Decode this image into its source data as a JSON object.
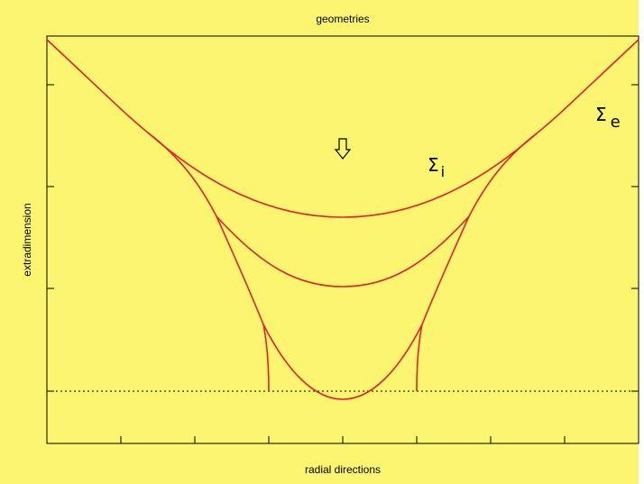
{
  "title": "geometries",
  "xlabel": "radial directions",
  "ylabel": "extradimension",
  "labels": {
    "sigma_i": {
      "symbol": "Σ",
      "sub": "i"
    },
    "sigma_e": {
      "symbol": "Σ",
      "sub": "e"
    }
  },
  "arrow_icon": "down-arrow-icon",
  "colors": {
    "background": "#fcf570",
    "curve": "#e8202a",
    "axis": "#000000"
  }
}
